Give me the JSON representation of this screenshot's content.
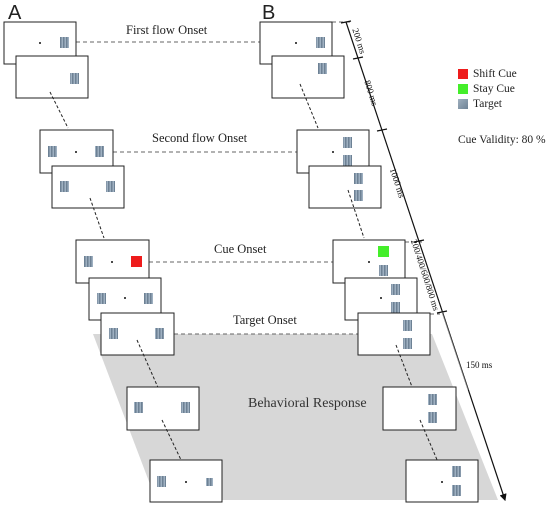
{
  "panels": {
    "a": "A",
    "b": "B"
  },
  "events": {
    "first_flow": "First flow Onset",
    "second_flow": "Second flow Onset",
    "cue": "Cue Onset",
    "target": "Target Onset"
  },
  "timings": {
    "t200": "200 ms",
    "t800": "800 ms",
    "t1000": "1000 ms",
    "tsoa": "200/400/600/800 ms",
    "t150": "150 ms"
  },
  "legend": {
    "shift_cue": "Shift Cue",
    "stay_cue": "Stay Cue",
    "target": "Target"
  },
  "validity": "Cue Validity: 80 %",
  "response": "Behavioral Response",
  "colors": {
    "shift_cue": "#ee1c1c",
    "stay_cue": "#44ee2a",
    "response_area": "#d7d7d7",
    "frame_border": "#222222",
    "dash": "#666666",
    "target_gabor": "#8a9aab"
  },
  "icons": {
    "fixation": "fixation-dot",
    "target": "gabor-patch-icon"
  }
}
